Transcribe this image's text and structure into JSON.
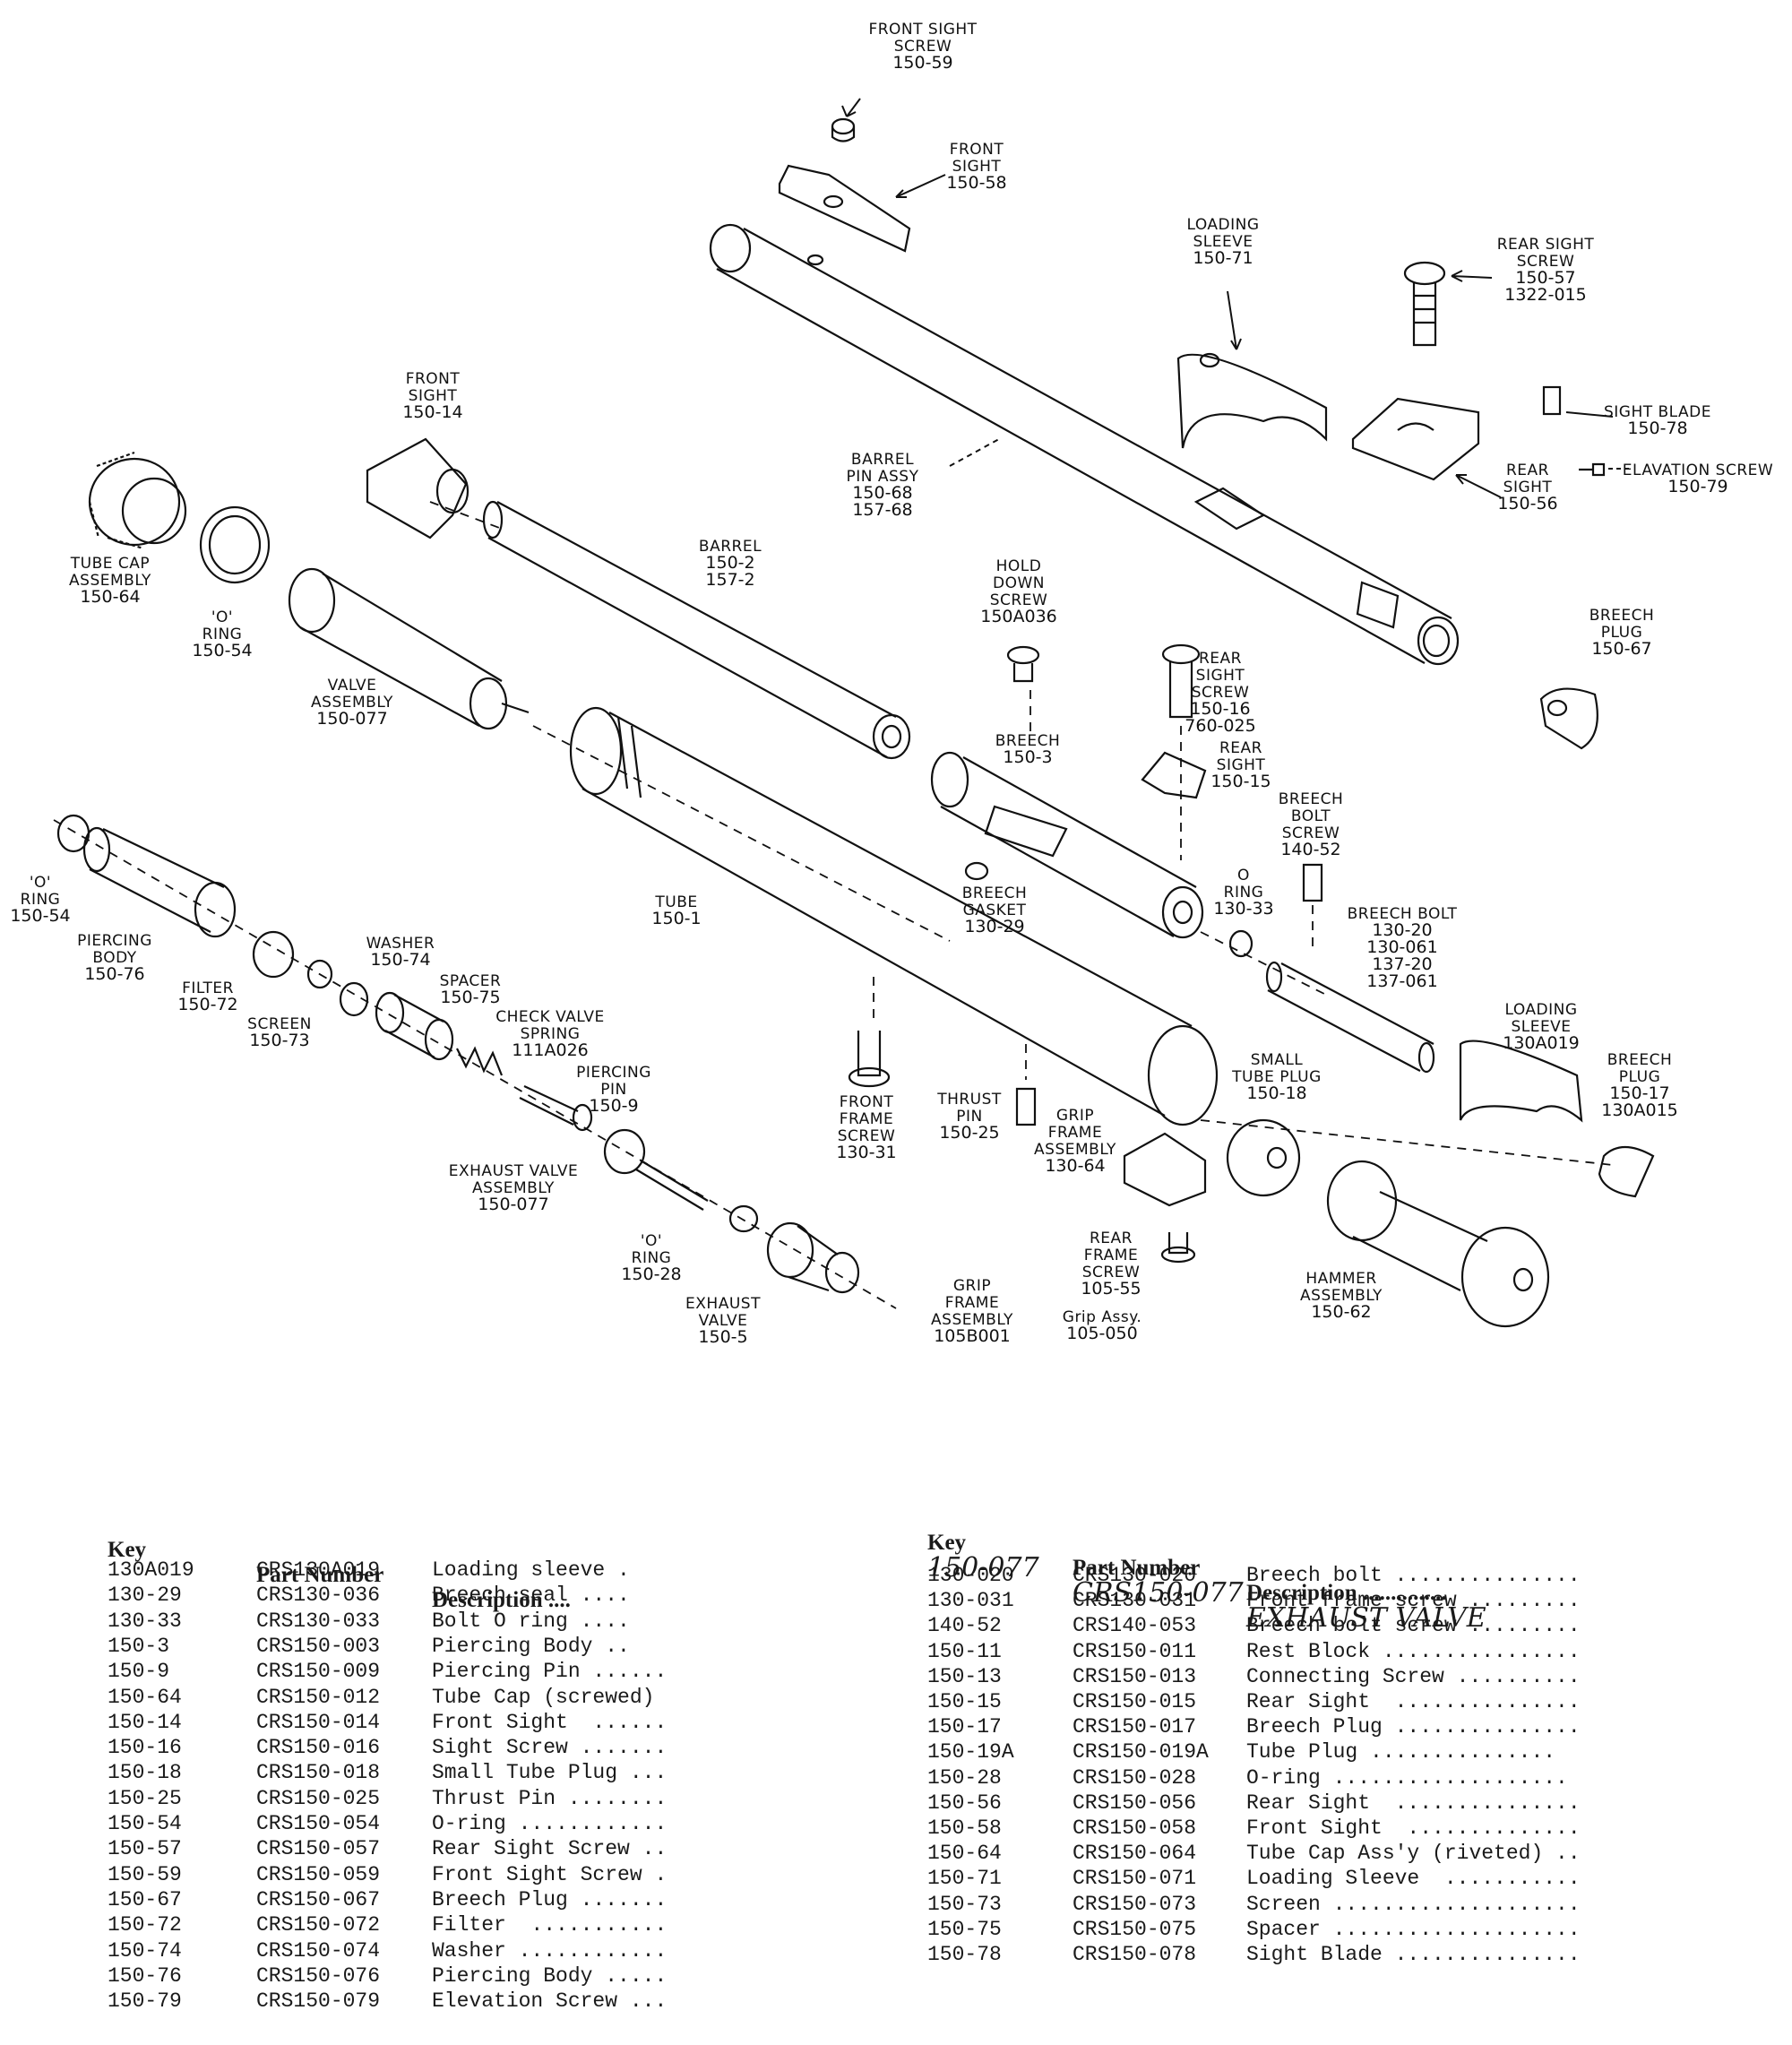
{
  "diagram_labels": [
    {
      "id": "front_sight_screw",
      "lines": [
        "FRONT SIGHT",
        "SCREW",
        "150-59"
      ]
    },
    {
      "id": "front_sight_58",
      "lines": [
        "FRONT",
        "SIGHT",
        "150-58"
      ]
    },
    {
      "id": "loading_sleeve_71",
      "lines": [
        "LOADING",
        "SLEEVE",
        "150-71"
      ]
    },
    {
      "id": "rear_sight_screw_57",
      "lines": [
        "REAR SIGHT",
        "SCREW",
        "150-57",
        "1322-015"
      ]
    },
    {
      "id": "sight_blade",
      "lines": [
        "SIGHT BLADE",
        "150-78"
      ]
    },
    {
      "id": "elevation_screw",
      "lines": [
        "ELAVATION SCREW",
        "150-79"
      ]
    },
    {
      "id": "rear_sight_56",
      "lines": [
        "REAR",
        "SIGHT",
        "150-56"
      ]
    },
    {
      "id": "breech_plug_67",
      "lines": [
        "BREECH",
        "PLUG",
        "150-67"
      ]
    },
    {
      "id": "front_sight_14",
      "lines": [
        "FRONT",
        "SIGHT",
        "150-14"
      ]
    },
    {
      "id": "tube_cap",
      "lines": [
        "TUBE CAP",
        "ASSEMBLY",
        "150-64"
      ]
    },
    {
      "id": "o_ring_54a",
      "lines": [
        "'O'",
        "RING",
        "150-54"
      ]
    },
    {
      "id": "barrel_pin",
      "lines": [
        "BARREL",
        "PIN ASSY",
        "150-68",
        "157-68"
      ]
    },
    {
      "id": "barrel",
      "lines": [
        "BARREL",
        "150-2",
        "157-2"
      ]
    },
    {
      "id": "hold_down_screw",
      "lines": [
        "HOLD",
        "DOWN",
        "SCREW",
        "150A036"
      ]
    },
    {
      "id": "valve_assembly",
      "lines": [
        "VALVE",
        "ASSEMBLY",
        "150-077"
      ]
    },
    {
      "id": "rear_sight_screw_16",
      "lines": [
        "REAR",
        "SIGHT",
        "SCREW",
        "150-16",
        "760-025"
      ]
    },
    {
      "id": "breech_3",
      "lines": [
        "BREECH",
        "150-3"
      ]
    },
    {
      "id": "rear_sight_15",
      "lines": [
        "REAR",
        "SIGHT",
        "150-15"
      ]
    },
    {
      "id": "breech_bolt_screw",
      "lines": [
        "BREECH",
        "BOLT",
        "SCREW",
        "140-52"
      ]
    },
    {
      "id": "o_ring_54b",
      "lines": [
        "'O'",
        "RING",
        "150-54"
      ]
    },
    {
      "id": "piercing_body",
      "lines": [
        "PIERCING",
        "BODY",
        "150-76"
      ]
    },
    {
      "id": "tube",
      "lines": [
        "TUBE",
        "150-1"
      ]
    },
    {
      "id": "breech_gasket",
      "lines": [
        "BREECH",
        "GASKET",
        "130-29"
      ]
    },
    {
      "id": "o_ring_33",
      "lines": [
        "O",
        "RING",
        "130-33"
      ]
    },
    {
      "id": "breech_bolt",
      "lines": [
        "BREECH BOLT",
        "130-20",
        "130-061",
        "137-20",
        "137-061"
      ]
    },
    {
      "id": "washer",
      "lines": [
        "WASHER",
        "150-74"
      ]
    },
    {
      "id": "filter",
      "lines": [
        "FILTER",
        "150-72"
      ]
    },
    {
      "id": "spacer",
      "lines": [
        "SPACER",
        "150-75"
      ]
    },
    {
      "id": "screen",
      "lines": [
        "SCREEN",
        "150-73"
      ]
    },
    {
      "id": "check_valve_spring",
      "lines": [
        "CHECK VALVE",
        "SPRING",
        "111A026"
      ]
    },
    {
      "id": "loading_sleeve_019",
      "lines": [
        "LOADING",
        "SLEEVE",
        "130A019"
      ]
    },
    {
      "id": "piercing_pin",
      "lines": [
        "PIERCING",
        "PIN",
        "150-9"
      ]
    },
    {
      "id": "breech_plug_17",
      "lines": [
        "BREECH",
        "PLUG",
        "150-17",
        "130A015"
      ]
    },
    {
      "id": "small_tube_plug",
      "lines": [
        "SMALL",
        "TUBE PLUG",
        "150-18"
      ]
    },
    {
      "id": "front_frame_screw",
      "lines": [
        "FRONT",
        "FRAME",
        "SCREW",
        "130-31"
      ]
    },
    {
      "id": "thrust_pin",
      "lines": [
        "THRUST",
        "PIN",
        "150-25"
      ]
    },
    {
      "id": "grip_frame_64",
      "lines": [
        "GRIP",
        "FRAME",
        "ASSEMBLY",
        "130-64"
      ]
    },
    {
      "id": "exhaust_valve_assy",
      "lines": [
        "EXHAUST VALVE",
        "ASSEMBLY",
        "150-077"
      ]
    },
    {
      "id": "o_ring_28",
      "lines": [
        "'O'",
        "RING",
        "150-28"
      ]
    },
    {
      "id": "exhaust_valve",
      "lines": [
        "EXHAUST",
        "VALVE",
        "150-5"
      ]
    },
    {
      "id": "rear_frame_screw",
      "lines": [
        "REAR",
        "FRAME",
        "SCREW",
        "105-55"
      ]
    },
    {
      "id": "hammer",
      "lines": [
        "HAMMER",
        "ASSEMBLY",
        "150-62"
      ]
    },
    {
      "id": "grip_frame_105",
      "lines": [
        "GRIP",
        "FRAME",
        "ASSEMBLY",
        "105B001"
      ]
    },
    {
      "id": "grip_assy",
      "lines": [
        "Grip Assy.",
        "105-050"
      ]
    }
  ],
  "left_table": {
    "headers": {
      "key": "Key",
      "part": "Part Number",
      "desc": "Description ...."
    },
    "rows": [
      [
        "130A019",
        "CRS130A019",
        "Loading sleeve ."
      ],
      [
        "130-29",
        "CRS130-036",
        "Breech seal ...."
      ],
      [
        "130-33",
        "CRS130-033",
        "Bolt O ring ...."
      ],
      [
        "150-3",
        "CRS150-003",
        "Piercing Body .."
      ],
      [
        "150-9",
        "CRS150-009",
        "Piercing Pin ......"
      ],
      [
        "150-64",
        "CRS150-012",
        "Tube Cap (screwed)"
      ],
      [
        "150-14",
        "CRS150-014",
        "Front Sight  ......"
      ],
      [
        "150-16",
        "CRS150-016",
        "Sight Screw ......."
      ],
      [
        "150-18",
        "CRS150-018",
        "Small Tube Plug ..."
      ],
      [
        "150-25",
        "CRS150-025",
        "Thrust Pin ........"
      ],
      [
        "150-54",
        "CRS150-054",
        "O-ring ............"
      ],
      [
        "150-57",
        "CRS150-057",
        "Rear Sight Screw .."
      ],
      [
        "150-59",
        "CRS150-059",
        "Front Sight Screw ."
      ],
      [
        "150-67",
        "CRS150-067",
        "Breech Plug ......."
      ],
      [
        "150-72",
        "CRS150-072",
        "Filter  ..........."
      ],
      [
        "150-74",
        "CRS150-074",
        "Washer ............"
      ],
      [
        "150-76",
        "CRS150-076",
        "Piercing Body ....."
      ],
      [
        "150-79",
        "CRS150-079",
        "Elevation Screw ..."
      ]
    ]
  },
  "right_table": {
    "headers": {
      "key": "Key",
      "part": "Part Number",
      "desc": "Description ..............."
    },
    "handwritten": {
      "key": "150-077",
      "part": "CRS150-077",
      "desc": "EXHAUST VALVE"
    },
    "rows": [
      [
        "130-020",
        "CRS130-020",
        "Breech bolt ..............."
      ],
      [
        "130-031",
        "CRS130-031",
        "Front frame screw ........."
      ],
      [
        "140-52",
        "CRS140-053",
        "Breech bolt screw ........."
      ],
      [
        "150-11",
        "CRS150-011",
        "Rest Block ................"
      ],
      [
        "150-13",
        "CRS150-013",
        "Connecting Screw .........."
      ],
      [
        "150-15",
        "CRS150-015",
        "Rear Sight  ..............."
      ],
      [
        "150-17",
        "CRS150-017",
        "Breech Plug ..............."
      ],
      [
        "150-19A",
        "CRS150-019A",
        "Tube Plug ..............."
      ],
      [
        "150-28",
        "CRS150-028",
        "O-ring ..................."
      ],
      [
        "150-56",
        "CRS150-056",
        "Rear Sight  ..............."
      ],
      [
        "150-58",
        "CRS150-058",
        "Front Sight  .............."
      ],
      [
        "150-64",
        "CRS150-064",
        "Tube Cap Ass'y (riveted) .."
      ],
      [
        "150-71",
        "CRS150-071",
        "Loading Sleeve  ..........."
      ],
      [
        "150-73",
        "CRS150-073",
        "Screen ...................."
      ],
      [
        "150-75",
        "CRS150-075",
        "Spacer ...................."
      ],
      [
        "150-78",
        "CRS150-078",
        "Sight Blade ..............."
      ]
    ]
  }
}
